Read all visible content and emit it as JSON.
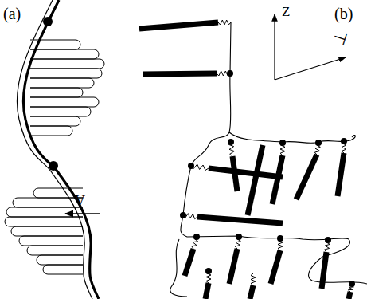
{
  "diagram": {
    "labels": [
      "(a)",
      "(b)",
      "V",
      "Z",
      "⊥"
    ]
  }
}
